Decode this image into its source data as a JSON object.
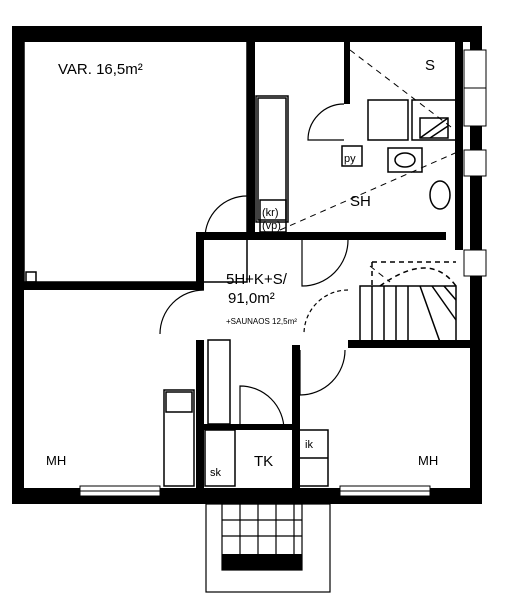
{
  "labels": {
    "veranda": "VAR. 16,5m²",
    "storage": "S",
    "washroom": "SH",
    "laundry": "py",
    "closet_kr": "(kr)",
    "closet_vp": "(vp)",
    "layout_type": "5H+K+S/",
    "total_area": "91,0m²",
    "sauna_area": "+SAUNAOS 12,5m²",
    "bedroom_left": "MH",
    "bedroom_right": "MH",
    "entry_room": "TK",
    "wardrobe_sk": "sk",
    "wardrobe_ik": "ik"
  },
  "colors": {
    "wall": "#000000",
    "background": "#ffffff"
  }
}
